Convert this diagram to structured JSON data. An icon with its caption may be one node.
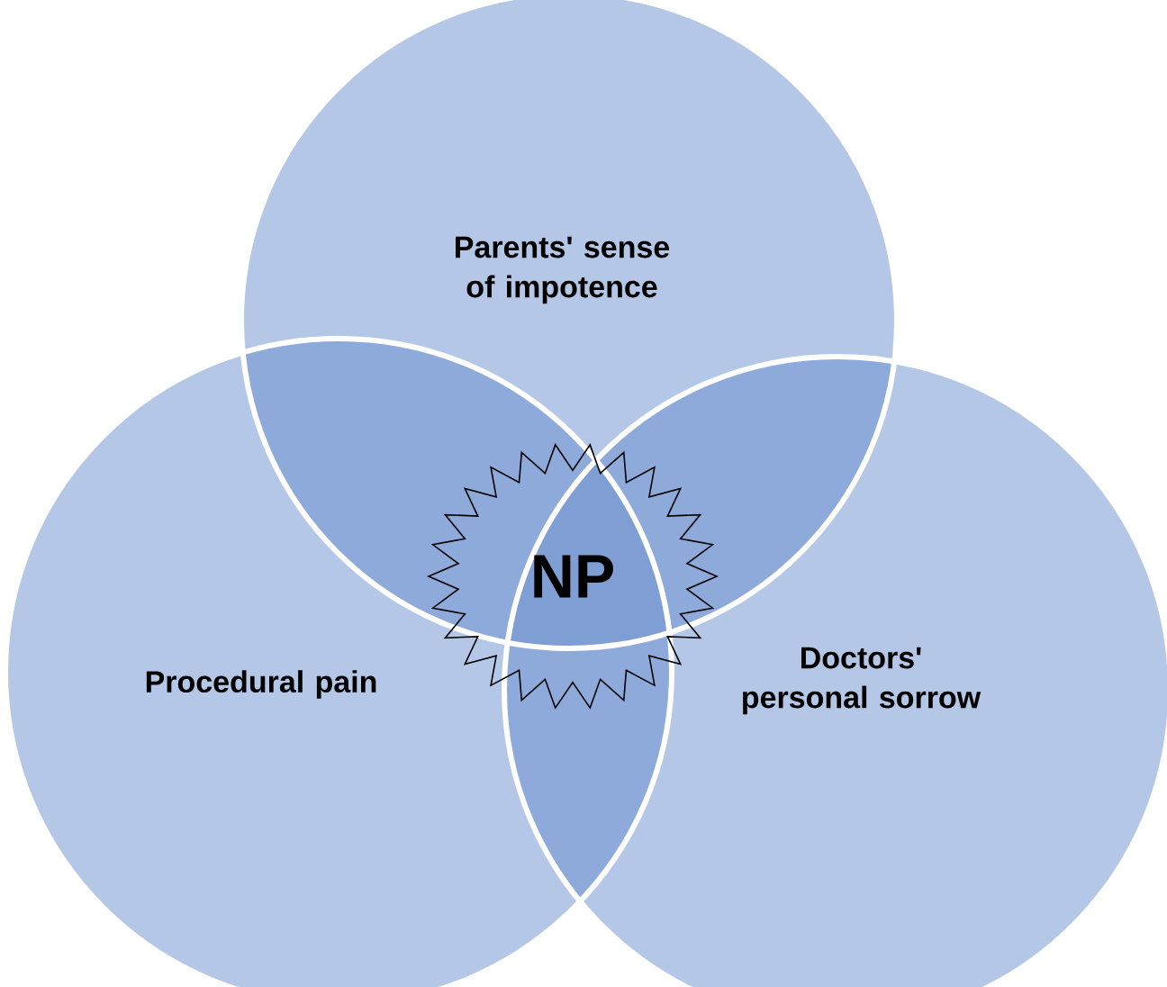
{
  "diagram": {
    "nodes": [
      {
        "text": [
          "Parents' sense of impotence"
        ]
      },
      {
        "text": [
          "Procedural pain"
        ]
      },
      {
        "text": [
          "Doctors' personal sorrow"
        ]
      },
      {
        "text": [
          "NP"
        ]
      }
    ]
  }
}
